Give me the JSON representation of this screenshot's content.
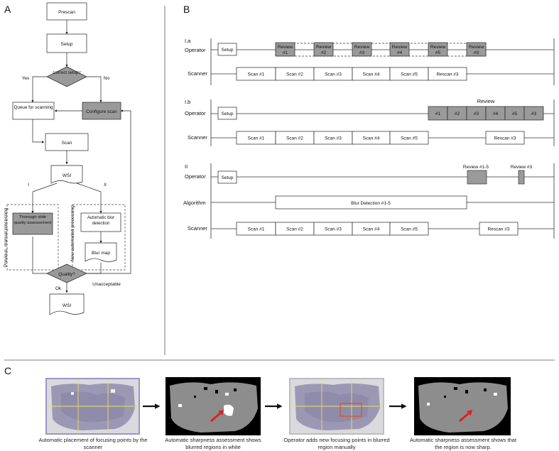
{
  "panels": {
    "a": "A",
    "b": "B",
    "c": "C"
  },
  "flowchart": {
    "prescan": "Prescan",
    "setup": "Setup",
    "correct_setup": "Correct setup?",
    "yes": "Yes",
    "no": "No",
    "queue": "Queue for scanning",
    "configure": "Configure scan",
    "scan": "Scan",
    "wsi": "WSI",
    "branch_i": "I",
    "branch_ii": "II",
    "manual_box": "Thorough slide quality assessement",
    "auto_box": "Automatic blur detection",
    "blur_map": "Blur map",
    "prev_manual": "Previous, manual processing",
    "new_auto": "New automated processing",
    "quality": "Quality?",
    "unacceptable": "Unacceptable",
    "ok": "Ok",
    "wsi_out": "WSI"
  },
  "timeline": {
    "sec_ia": "I.a",
    "sec_ib": "I.b",
    "sec_ii": "II",
    "operator": "Operator",
    "scanner": "Scanner",
    "algorithm": "Algorithm",
    "setup": "Setup",
    "ia_reviews": [
      "Review #1",
      "Review #2",
      "Review #3",
      "Review #4",
      "Review #5",
      "Review #3"
    ],
    "ia_scans": [
      "Scan #1",
      "Scan #2",
      "Scan #3",
      "Scan #4",
      "Scan #5",
      "Rescan #3"
    ],
    "ib_review_title": "Review",
    "ib_reviews": [
      "#1",
      "#2",
      "#3",
      "#4",
      "#5",
      "#3"
    ],
    "ib_scans": [
      "Scan #1",
      "Scan #2",
      "Scan #3",
      "Scan #4",
      "Scan #5",
      "Rescan #3"
    ],
    "ii_review_a": "Review #1-5",
    "ii_review_b": "Review #3",
    "blur_detection": "Blur Detection  #1-5",
    "ii_scans": [
      "Scan #1",
      "Scan #2",
      "Scan #3",
      "Scan #4",
      "Scan #5",
      "Rescan #3"
    ]
  },
  "panel_c": {
    "captions": [
      "Automatic placement of focusing points by the scanner",
      "Automatic sharpness assessment shows blurred regions in white",
      "Operator adds new focusing points in blurred region manually",
      "Automatic sharpness assessment shows that the region is now sharp."
    ]
  },
  "colors": {
    "gray_box": "#9a9a9a",
    "arrow_red": "#e02020",
    "grid_yellow": "#e8e060"
  }
}
